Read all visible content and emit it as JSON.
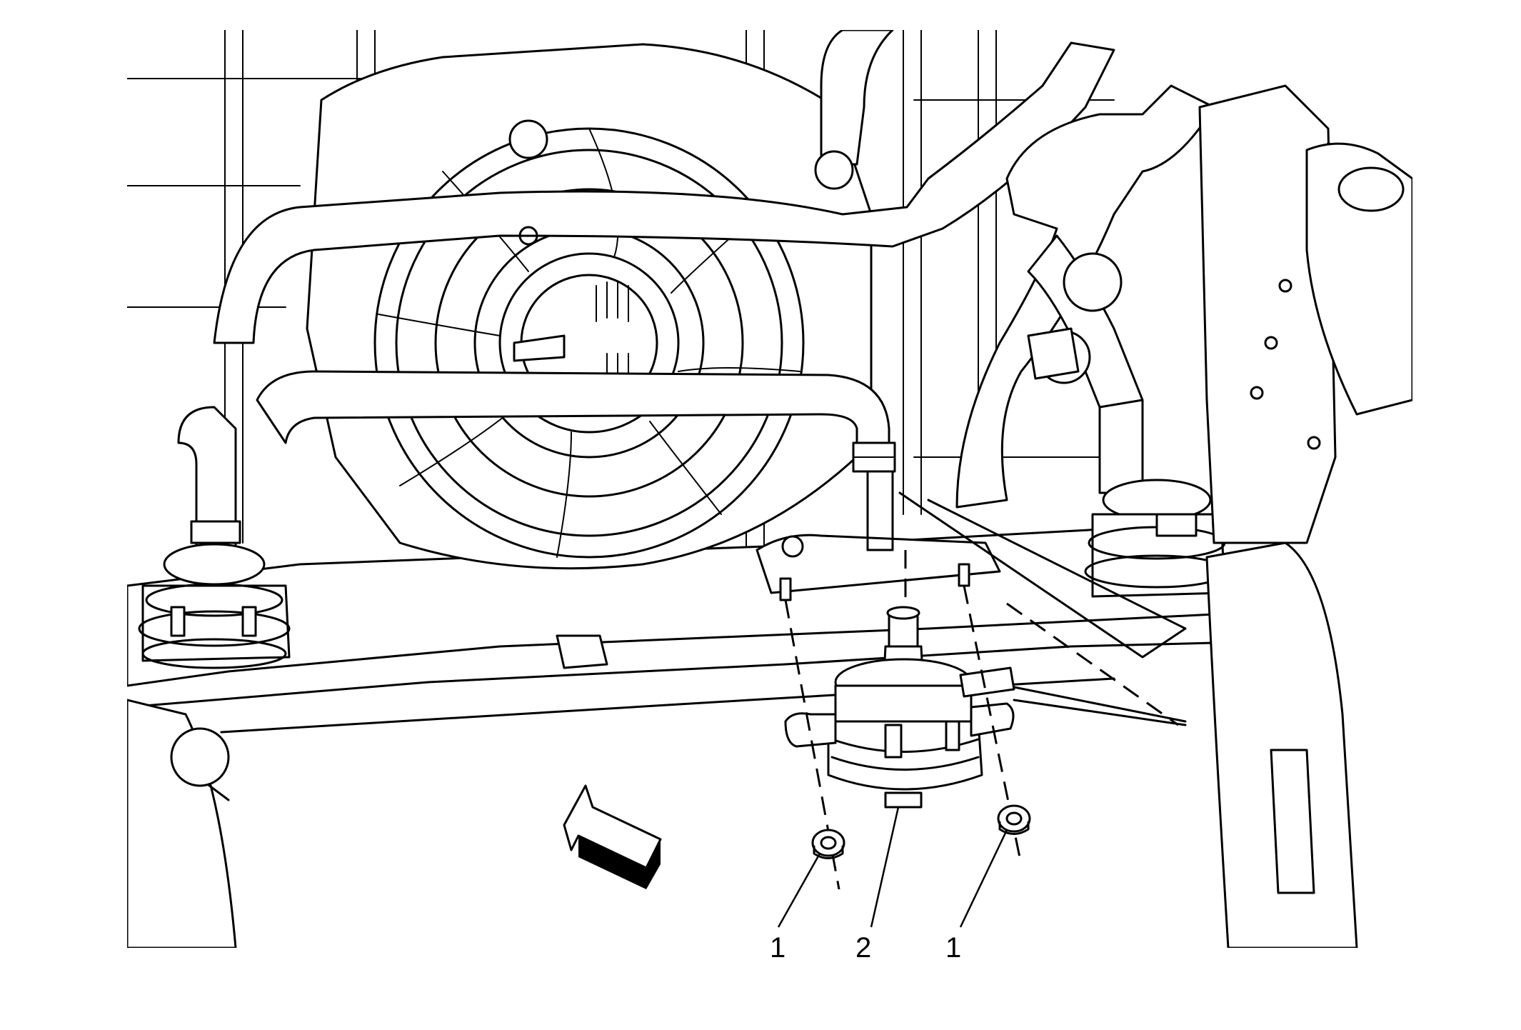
{
  "callouts": [
    {
      "label": "1",
      "part": "nut"
    },
    {
      "label": "2",
      "part": "auxiliary-coolant-pump"
    },
    {
      "label": "1",
      "part": "nut"
    }
  ],
  "icons": {
    "direction_arrow": "front-direction-arrow-icon"
  }
}
